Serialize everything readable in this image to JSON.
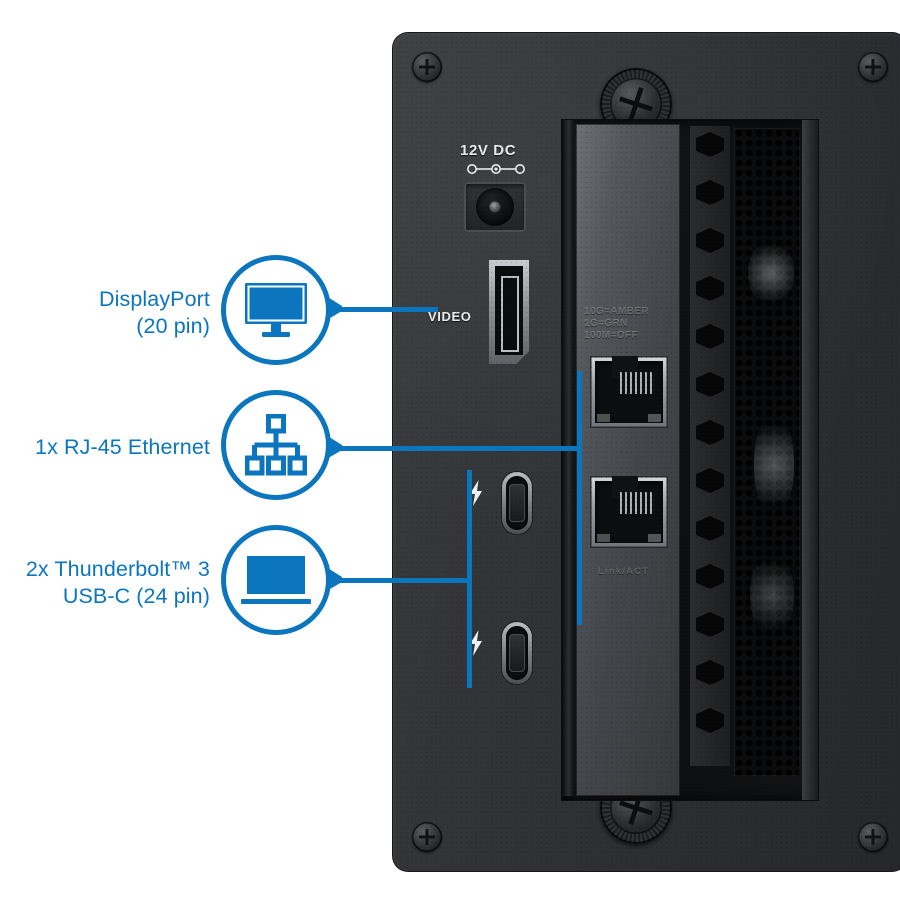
{
  "image": {
    "kind": "product-photo-with-callouts",
    "subject": "Thunderbolt 3 dock rear panel"
  },
  "theme": {
    "accent_blue": "#0B76BD",
    "background": "#FFFFFF",
    "chassis_dark": "#303235",
    "port_metal": "#9BA0A5"
  },
  "callouts": [
    {
      "id": "displayport",
      "icon": "monitor-icon",
      "line1": "DisplayPort",
      "line2": "(20 pin)"
    },
    {
      "id": "ethernet",
      "icon": "network-tree-icon",
      "line1": "1x RJ-45 Ethernet",
      "line2": ""
    },
    {
      "id": "thunderbolt",
      "icon": "laptop-icon",
      "line1": "2x Thunderbolt™ 3",
      "line2": "USB-C (24 pin)"
    }
  ],
  "device": {
    "labels": {
      "power": "12V DC",
      "video": "VIDEO",
      "led_legend": "10G=AMBER\n1G=GRN\n100M=OFF",
      "link_act": "Link/ACT"
    },
    "ports": [
      {
        "name": "dc-power-jack",
        "label": "12V DC"
      },
      {
        "name": "displayport-port",
        "label": "VIDEO"
      },
      {
        "name": "rj45-port-top",
        "label": ""
      },
      {
        "name": "rj45-port-bottom",
        "label": ""
      },
      {
        "name": "usbc-thunderbolt-port-top",
        "label": ""
      },
      {
        "name": "usbc-thunderbolt-port-bottom",
        "label": ""
      }
    ],
    "fasteners": [
      {
        "name": "corner-screw-top-left"
      },
      {
        "name": "corner-screw-top-right"
      },
      {
        "name": "corner-screw-bottom-left"
      },
      {
        "name": "corner-screw-bottom-right"
      },
      {
        "name": "thumbscrew-top-center"
      },
      {
        "name": "thumbscrew-bottom-center"
      }
    ]
  }
}
